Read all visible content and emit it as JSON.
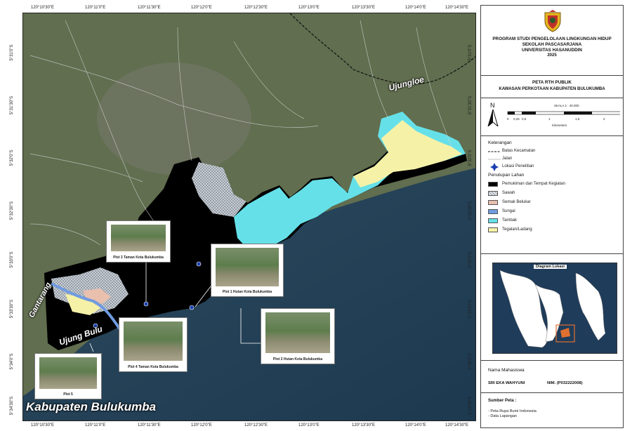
{
  "map": {
    "region_label": "Kabupaten Bulukumba",
    "places": [
      {
        "name": "Ujungloe"
      },
      {
        "name": "Gantarang"
      },
      {
        "name": "Ujung Bulu"
      }
    ],
    "plots": [
      {
        "label": "Plot 3 Taman Kota Bulukumba"
      },
      {
        "label": "Plot 1 Hutan Kota Bulukumba"
      },
      {
        "label": "Plot 4 Taman Kota Bulukumba"
      },
      {
        "label": "Plot 2 Hutan Kota Bulukumba"
      },
      {
        "label": "Plot 5"
      }
    ],
    "ticks_top": [
      "120°10'30\"E",
      "120°11'0\"E",
      "120°11'30\"E",
      "120°12'0\"E",
      "120°12'30\"E",
      "120°13'0\"E",
      "120°13'30\"E",
      "120°14'0\"E",
      "120°14'30\"E"
    ],
    "ticks_bottom": [
      "120°10'30\"E",
      "120°11'0\"E",
      "120°11'30\"E",
      "120°12'0\"E",
      "120°12'30\"E",
      "120°13'0\"E",
      "120°13'30\"E",
      "120°14'0\"E",
      "120°14'30\"E"
    ],
    "ticks_left": [
      "5°31'0\"S",
      "5°31'30\"S",
      "5°32'0\"S",
      "5°32'30\"S",
      "5°33'0\"S",
      "5°33'30\"S",
      "5°34'0\"S",
      "5°34'30\"S"
    ],
    "ticks_right": [
      "5°31'0\"S",
      "5°31'30\"S",
      "5°32'0\"S",
      "5°32'30\"S",
      "5°33'0\"S",
      "5°33'30\"S",
      "5°34'0\"S",
      "5°34'30\"S"
    ]
  },
  "legend": {
    "institution": [
      "PROGRAM STUDI PENGELOLAAN LINGKUNGAN HIDUP",
      "SEKOLAH PASCASARJANA",
      "UNIVERSITAS HASANUDDIN",
      "2025"
    ],
    "map_title": [
      "PETA RTH PUBLIK",
      "KAWASAN PERKOTAAN KABUPATEN BULUKUMBA"
    ],
    "north": "N",
    "scale_title": "SKALA 1 : 40.000",
    "scale_ticks": [
      "0",
      "0,25",
      "0,5",
      "1",
      "1,5",
      "2"
    ],
    "scale_unit": "Kilometers",
    "keterangan_title": "Keterangan",
    "line_items": [
      "Batas Kecamatan",
      "Jalan",
      "Lokasi Penelitian"
    ],
    "landcover_title": "Penutupan Lahan",
    "landcover": [
      {
        "label": "Pemukiman dan Tempat Kegiatan",
        "color": "#000000"
      },
      {
        "label": "Sawah",
        "color": "#d8dde3"
      },
      {
        "label": "Semak Belukar",
        "color": "#e9bfae"
      },
      {
        "label": "Sungai",
        "color": "#6f9be0"
      },
      {
        "label": "Tambak",
        "color": "#66e0e8"
      },
      {
        "label": "Tegalan/Ladang",
        "color": "#f5f2a8"
      }
    ],
    "inset_title": "Diagram Lokasi",
    "student_title": "Nama Mahasiswa",
    "student_name": "SRI EKA WAHYUNI",
    "student_nim": "NIM. (P032222008)",
    "source_title": "Sumber Peta :",
    "sources": [
      "- Peta Rupa Bumi Indonesia",
      "- Data Lapangan"
    ]
  },
  "colors": {
    "sea": "#26425a",
    "land": "#5c6a4a",
    "urban": "#000000",
    "tambak": "#66e0e8",
    "tegalan": "#f5f2a8",
    "semak": "#e9bfae",
    "sungai": "#6f9be0",
    "site": "#1a3fb0"
  }
}
